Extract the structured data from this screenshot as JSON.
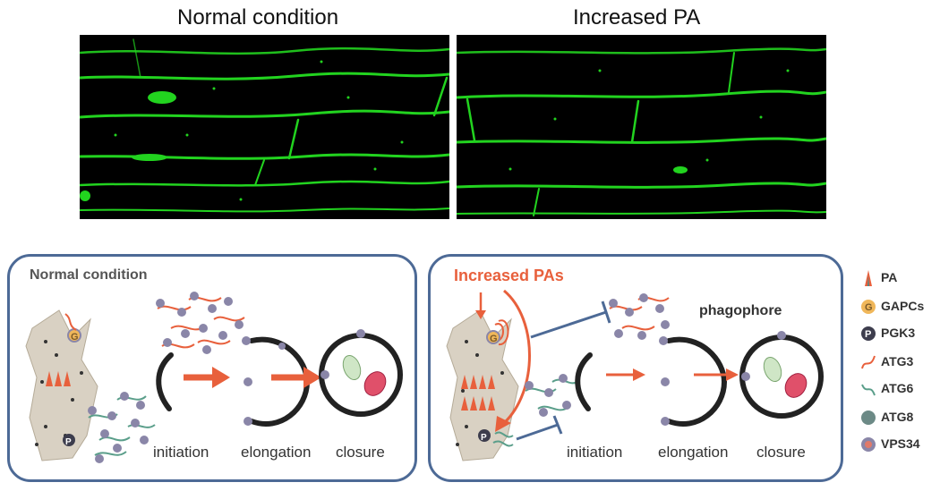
{
  "top": {
    "left_title": "Normal condition",
    "right_title": "Increased PA"
  },
  "left_panel": {
    "heading": "Normal condition",
    "stages": [
      "initiation",
      "elongation",
      "closure"
    ]
  },
  "right_panel": {
    "heading": "Increased PAs",
    "phagophore": "phagophore",
    "stages": [
      "initiation",
      "elongation",
      "closure"
    ]
  },
  "icons": {
    "gapc_letter": "G",
    "pgk3_letter": "P"
  },
  "legend": [
    {
      "label": "PA",
      "icon": "pa-icon"
    },
    {
      "label": "GAPCs",
      "icon": "gapc-icon"
    },
    {
      "label": "PGK3",
      "icon": "pgk3-icon"
    },
    {
      "label": "ATG3",
      "icon": "atg3-icon"
    },
    {
      "label": "ATG6",
      "icon": "atg6-icon"
    },
    {
      "label": "ATG8",
      "icon": "atg8-icon"
    },
    {
      "label": "VPS34",
      "icon": "vps34-icon"
    }
  ],
  "colors": {
    "arrow": "#e8603c",
    "border": "#4d6a96",
    "atg3": "#e8603c",
    "atg6": "#5a9e8a",
    "vesicle": "#8a86a8",
    "cell": "#d9d1c3",
    "membrane": "#222222",
    "fluorescence": "#22d31f"
  }
}
